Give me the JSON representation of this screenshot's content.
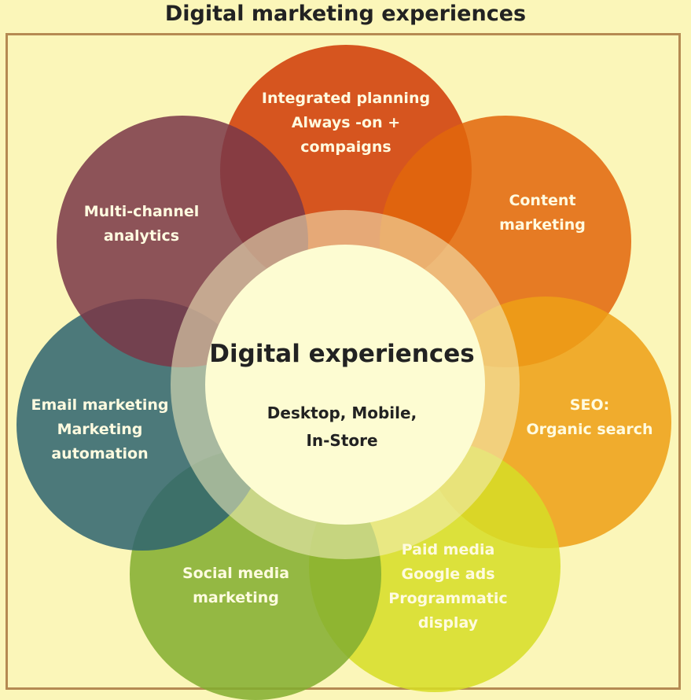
{
  "title": "Digital marketing experiences",
  "hub": {
    "title": "Digital experiences",
    "subtitle_lines": [
      "Desktop, Mobile,",
      "In-Store"
    ]
  },
  "petals": [
    {
      "id": "integrated-planning",
      "lines": [
        "Integrated planning",
        "Always -on +",
        "compaigns"
      ],
      "color": "#cf3a06"
    },
    {
      "id": "content-marketing",
      "lines": [
        "Content",
        "marketing"
      ],
      "color": "#e2660c"
    },
    {
      "id": "seo",
      "lines": [
        "SEO:",
        "Organic search"
      ],
      "color": "#eea016"
    },
    {
      "id": "paid-media",
      "lines": [
        "Paid media",
        "Google ads",
        "Programmatic",
        "display"
      ],
      "color": "#d6dd26"
    },
    {
      "id": "social-media-marketing",
      "lines": [
        "Social media",
        "marketing"
      ],
      "color": "#82ad30"
    },
    {
      "id": "email-marketing",
      "lines": [
        "Email marketing",
        "Marketing",
        "automation"
      ],
      "color": "#2e6470"
    },
    {
      "id": "multi-channel-analytics",
      "lines": [
        "Multi-channel",
        "analytics"
      ],
      "color": "#7a3848"
    }
  ],
  "colors": {
    "background": "#fbf6b9",
    "frame": "#b58a52",
    "hub_fill": "#fdfcd2",
    "hub_ring": "#f4efc0"
  }
}
